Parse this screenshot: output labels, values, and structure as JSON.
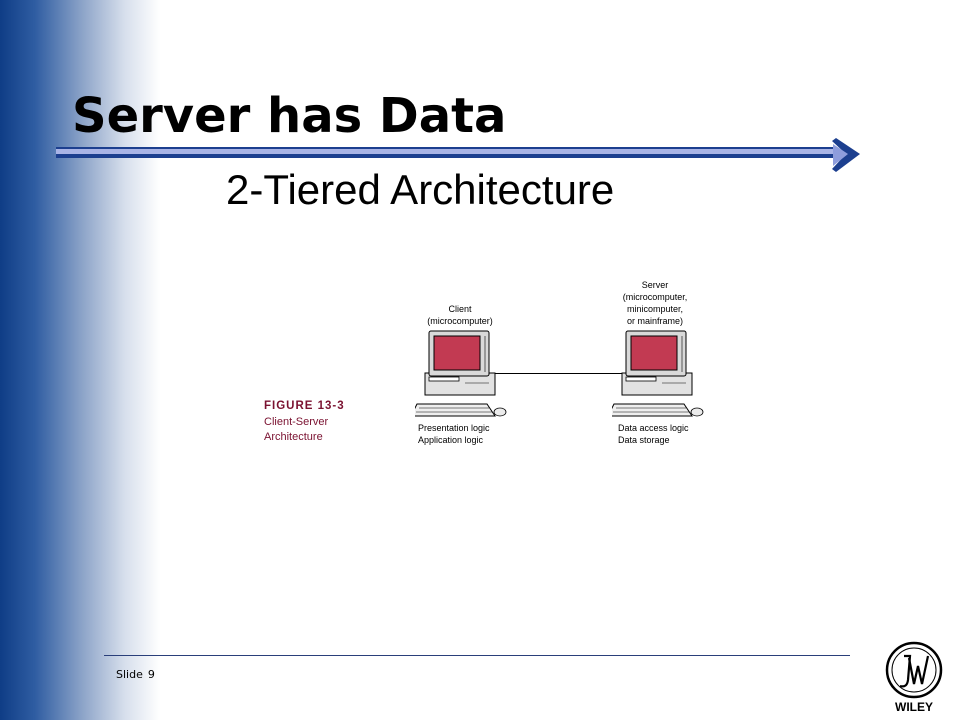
{
  "slide": {
    "title": "Server has Data",
    "subtitle": "2-Tiered Architecture",
    "number_label": "Slide",
    "number": "9"
  },
  "figure": {
    "caption_number": "FIGURE 13-3",
    "caption_lines": [
      "Client-Server",
      "Architecture"
    ],
    "client": {
      "title_lines": [
        "Client",
        "(microcomputer)"
      ],
      "logic_lines": [
        "Presentation logic",
        "Application logic"
      ]
    },
    "server": {
      "title_lines": [
        "Server",
        "(microcomputer,",
        "minicomputer,",
        "or mainframe)"
      ],
      "logic_lines": [
        "Data access logic",
        "Data storage"
      ]
    }
  },
  "logo": {
    "wordmark": "WILEY",
    "monogram": "JW"
  },
  "colors": {
    "accent": "#1c3f8f",
    "screen": "#c23a52",
    "caption": "#7a1130",
    "arrow": "#a9b4e6"
  }
}
